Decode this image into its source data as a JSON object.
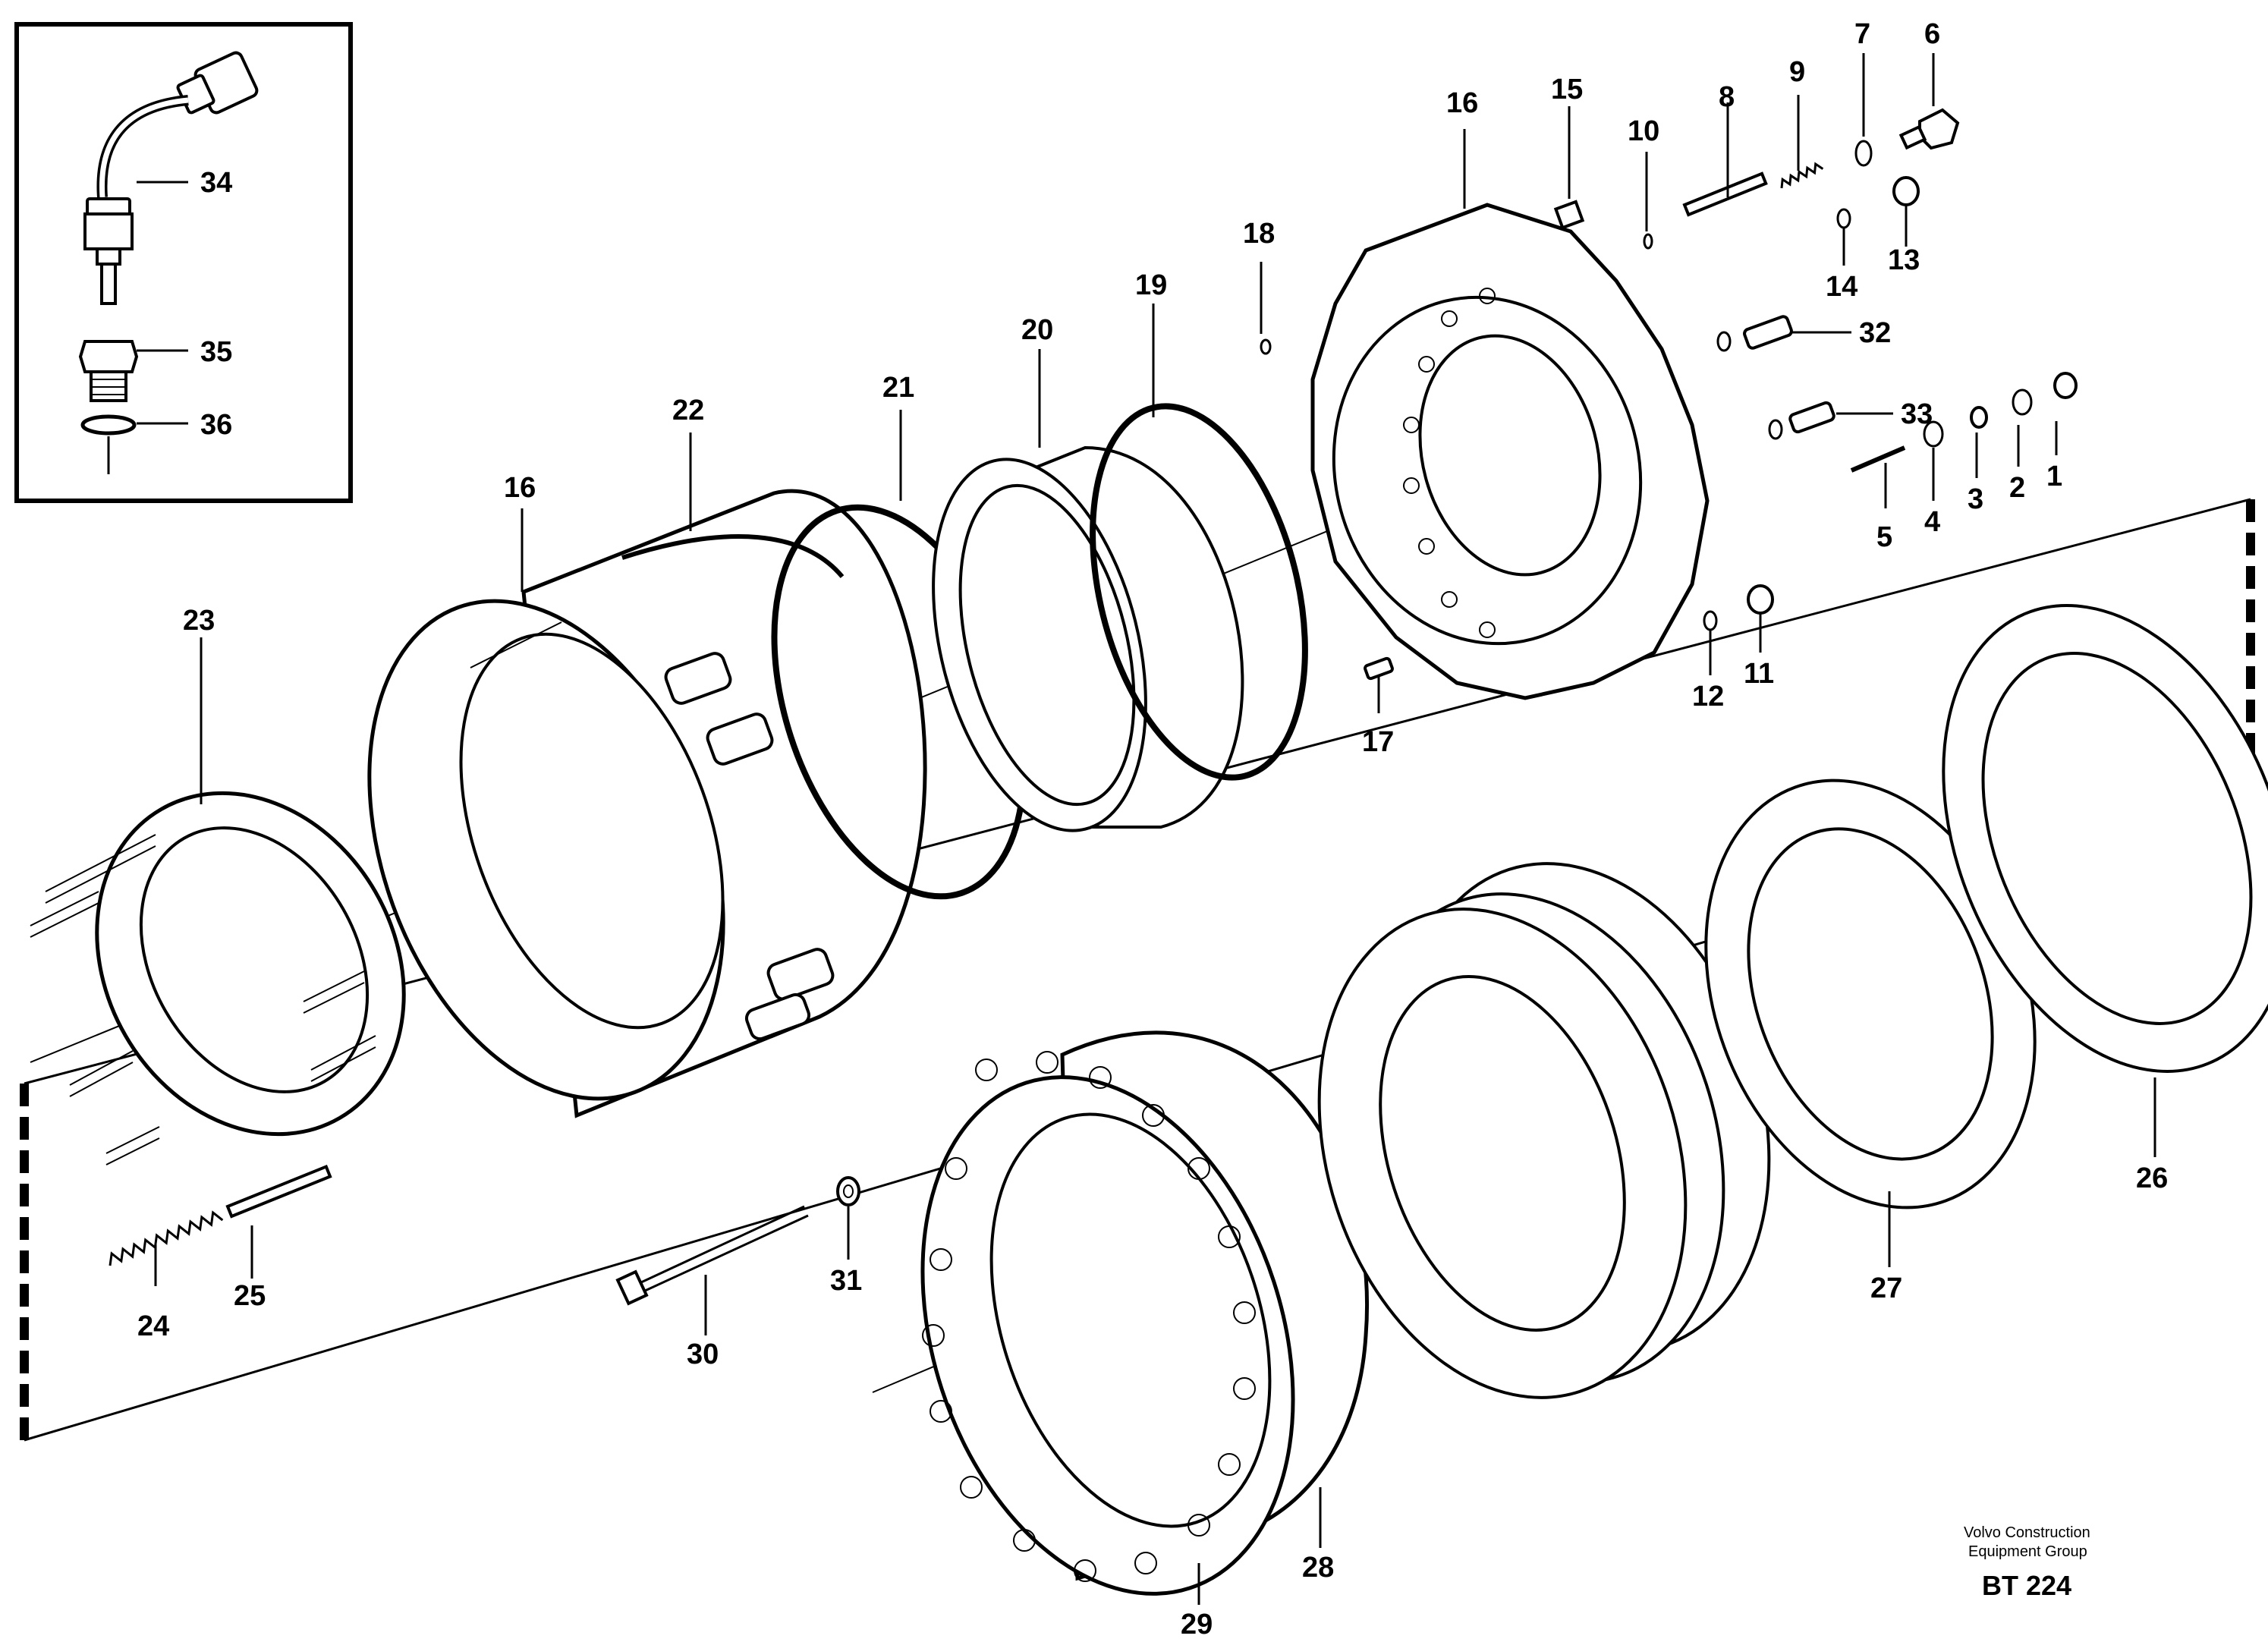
{
  "callouts": {
    "p1": "1",
    "p2": "2",
    "p3": "3",
    "p4": "4",
    "p5": "5",
    "p6": "6",
    "p7": "7",
    "p8": "8",
    "p9": "9",
    "p10": "10",
    "p11": "11",
    "p12": "12",
    "p13": "13",
    "p14": "14",
    "p15": "15",
    "p16a": "16",
    "p16b": "16",
    "p17": "17",
    "p18": "18",
    "p19": "19",
    "p20": "20",
    "p21": "21",
    "p22": "22",
    "p23": "23",
    "p24": "24",
    "p25": "25",
    "p26": "26",
    "p27": "27",
    "p28": "28",
    "p29": "29",
    "p30": "30",
    "p31": "31",
    "p32": "32",
    "p33": "33",
    "p34": "34",
    "p35": "35",
    "p36": "36"
  },
  "credit": {
    "line1": "Volvo Construction",
    "line2": "Equipment Group",
    "code": "BT 224"
  }
}
